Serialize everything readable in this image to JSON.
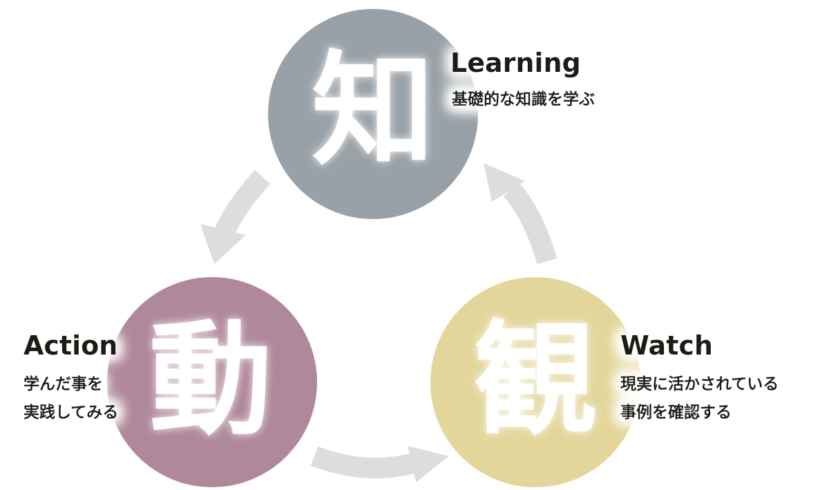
{
  "nodes": {
    "learning": {
      "kanji": "知",
      "title": "Learning",
      "desc": [
        "基礎的な知識を学ぶ"
      ],
      "color": "#98a1a7"
    },
    "action": {
      "kanji": "動",
      "title": "Action",
      "desc": [
        "学んだ事を",
        "実践してみる"
      ],
      "color": "#b0889b"
    },
    "watch": {
      "kanji": "観",
      "title": "Watch",
      "desc": [
        "現実に活かされている",
        "事例を確認する"
      ],
      "color": "#e2d69a"
    }
  },
  "arrow_color": "#dcdddd",
  "cycle": [
    "learning",
    "action",
    "watch"
  ]
}
